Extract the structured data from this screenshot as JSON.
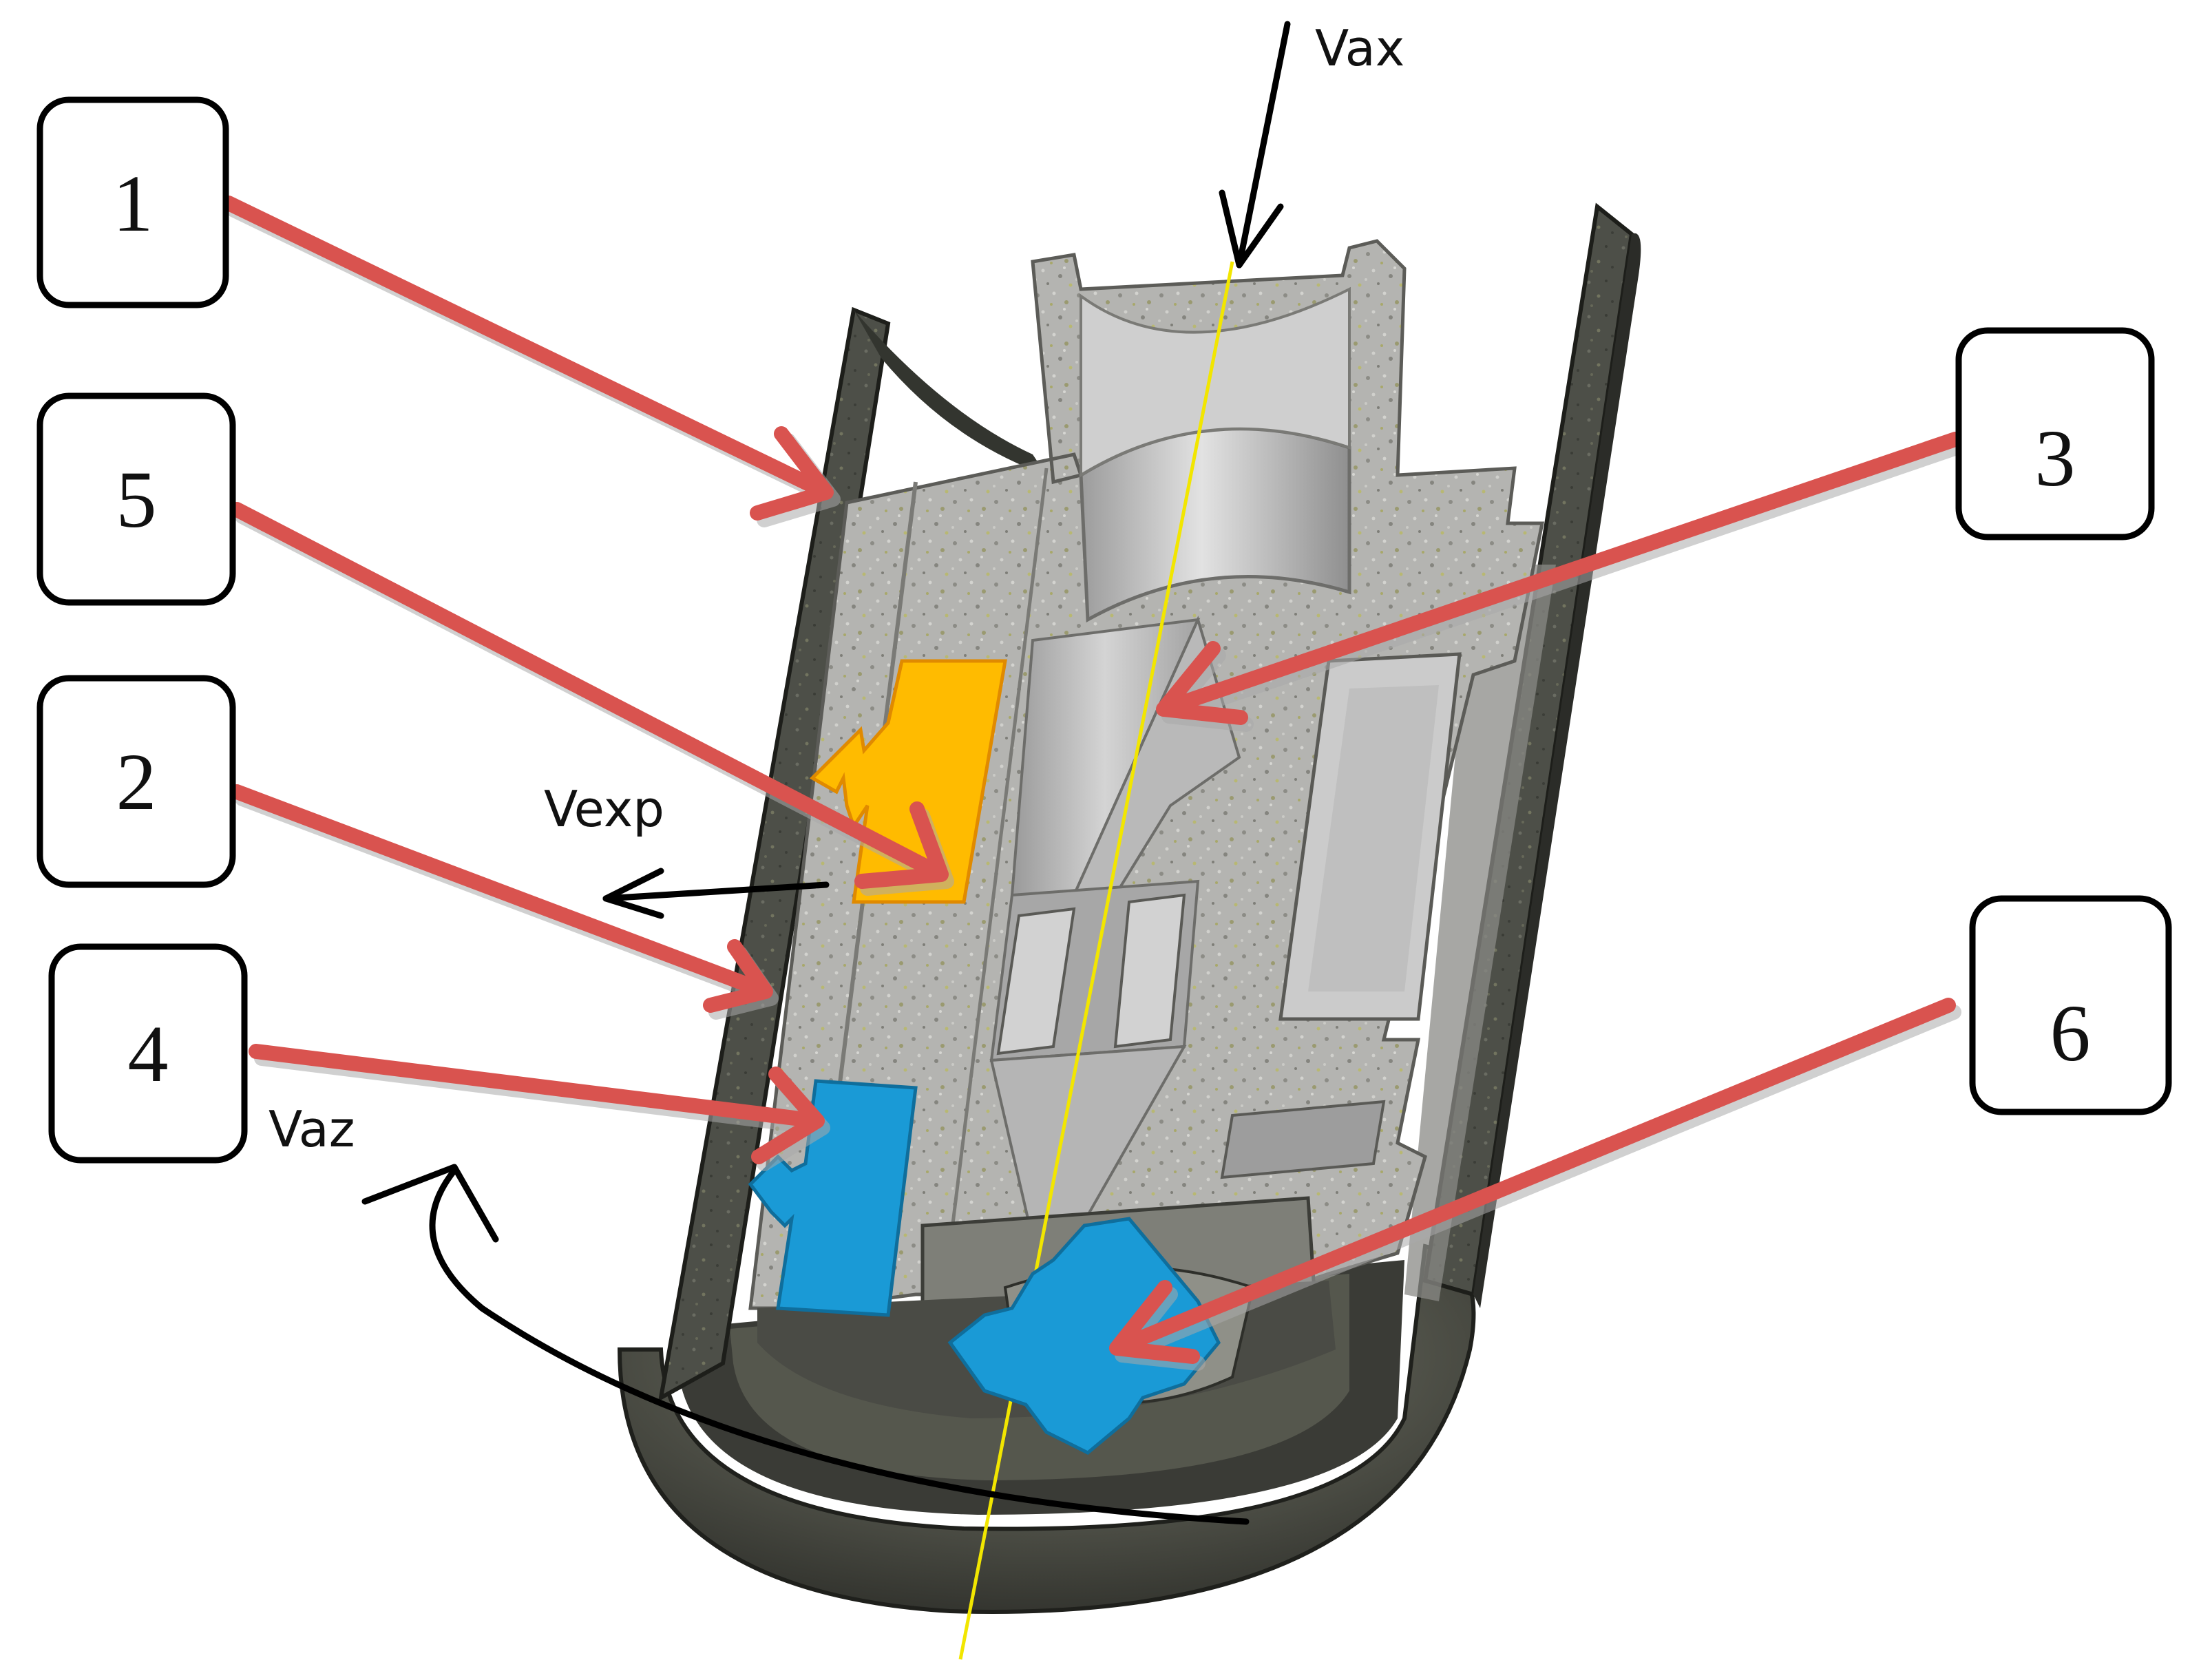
{
  "labels": {
    "part_1": "1",
    "part_2": "2",
    "part_3": "3",
    "part_4": "4",
    "part_5": "5",
    "part_6": "6"
  },
  "velocities": {
    "axial": "Vax",
    "expansion": "Vexp",
    "azimuthal": "Vaz"
  },
  "colors": {
    "pointer": "#d9534f",
    "highlight_orange": "#ffbb00",
    "highlight_blue": "#1a9ad6",
    "axis_line": "#f2e600",
    "outer_shell": "#4a4c46",
    "textured_section": "#b8b8b4",
    "smooth_surface": "#c4c4c4"
  },
  "icons": {
    "pointer": "red-arrow-icon",
    "velocity": "black-arrow-icon"
  }
}
